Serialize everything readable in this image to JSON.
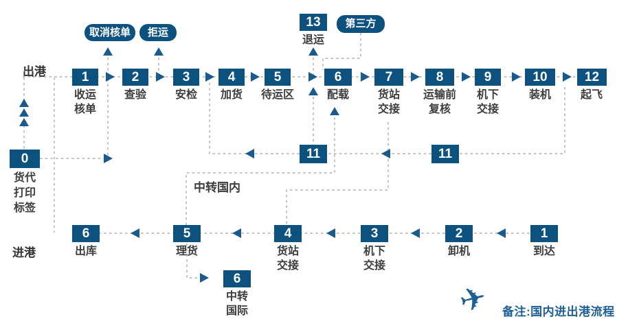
{
  "diagram": {
    "departure_label": "出港",
    "arrival_label": "进港",
    "transfer_domestic_label": "中转国内",
    "note_text": "备注:国内进出港流程",
    "plane_icon": "✈",
    "colors": {
      "box_blue": "#0d517f",
      "arrow_blue": "#1a5a8c",
      "dash_gray": "#b9b9b9",
      "label_ink": "#3d3d3d",
      "note_blue": "#1e5f94"
    }
  },
  "departure_nodes": [
    {
      "num": "1",
      "label": "收运\n核单"
    },
    {
      "num": "2",
      "label": "查验"
    },
    {
      "num": "3",
      "label": "安检"
    },
    {
      "num": "4",
      "label": "加货"
    },
    {
      "num": "5",
      "label": "待运区"
    },
    {
      "num": "6",
      "label": "配载"
    },
    {
      "num": "7",
      "label": "货站\n交接"
    },
    {
      "num": "8",
      "label": "运输前\n复核"
    },
    {
      "num": "9",
      "label": "机下\n交接"
    },
    {
      "num": "10",
      "label": "装机"
    },
    {
      "num": "12",
      "label": "起飞"
    }
  ],
  "arrival_nodes": [
    {
      "num": "1",
      "label": "到达"
    },
    {
      "num": "2",
      "label": "卸机"
    },
    {
      "num": "3",
      "label": "机下\n交接"
    },
    {
      "num": "4",
      "label": "货站\n交接"
    },
    {
      "num": "5",
      "label": "理货"
    },
    {
      "num": "6",
      "label": "出库"
    }
  ],
  "special_nodes": {
    "forwarder": {
      "num": "0",
      "label": "货代\n打印\n标签"
    },
    "return_cargo": {
      "num": "13",
      "label": "退运"
    },
    "transfer_left": {
      "num": "11"
    },
    "transfer_right": {
      "num": "11"
    },
    "transfer_intl": {
      "num": "6",
      "label": "中转\n国际"
    }
  },
  "annotations": {
    "cancel_check": "取消核单",
    "reject": "拒运",
    "third_party": "第三方"
  }
}
